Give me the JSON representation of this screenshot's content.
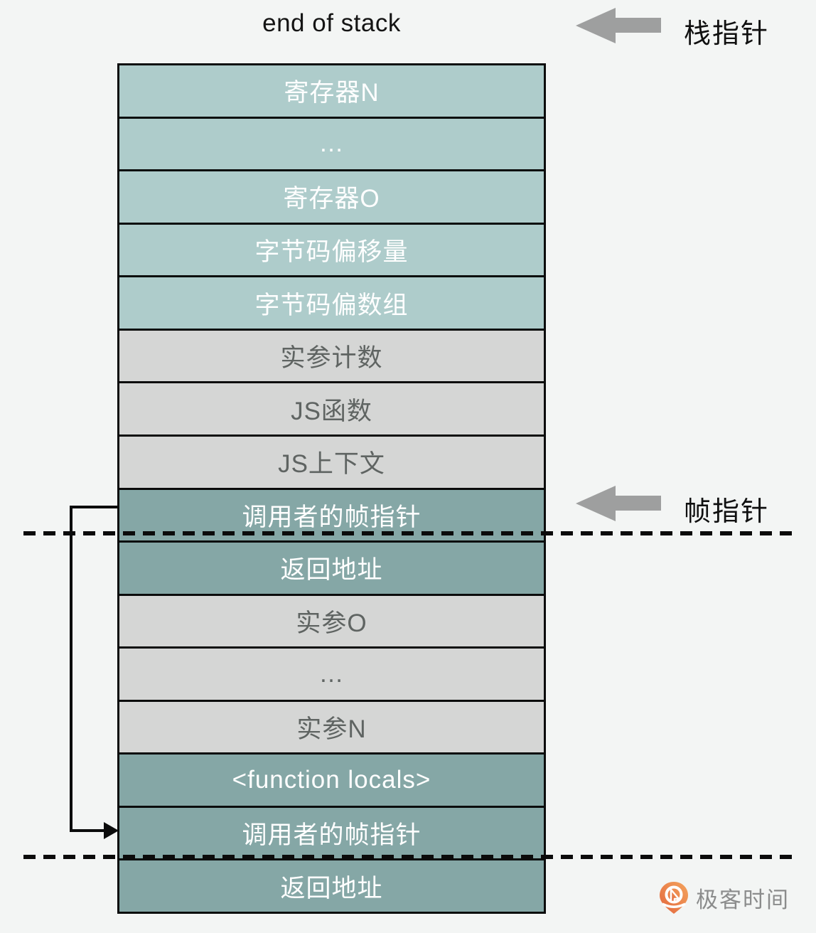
{
  "title": "end of stack",
  "pointers": {
    "stack_pointer": "栈指针",
    "frame_pointer": "帧指针"
  },
  "stack": {
    "rows": [
      {
        "label": "寄存器N",
        "tone": "light-teal"
      },
      {
        "label": "…",
        "tone": "light-teal"
      },
      {
        "label": "寄存器O",
        "tone": "light-teal"
      },
      {
        "label": "字节码偏移量",
        "tone": "light-teal"
      },
      {
        "label": "字节码偏数组",
        "tone": "light-teal"
      },
      {
        "label": "实参计数",
        "tone": "gray"
      },
      {
        "label": "JS函数",
        "tone": "gray"
      },
      {
        "label": "JS上下文",
        "tone": "gray"
      },
      {
        "label": "调用者的帧指针",
        "tone": "dark-teal"
      },
      {
        "label": "返回地址",
        "tone": "dark-teal"
      },
      {
        "label": "实参O",
        "tone": "gray"
      },
      {
        "label": "…",
        "tone": "gray"
      },
      {
        "label": "实参N",
        "tone": "gray"
      },
      {
        "label": "<function locals>",
        "tone": "dark-teal"
      },
      {
        "label": "调用者的帧指针",
        "tone": "dark-teal"
      },
      {
        "label": "返回地址",
        "tone": "dark-teal"
      }
    ]
  },
  "watermark": {
    "brand": "极客时间",
    "icon": "geektime-pin-icon"
  },
  "icons": {
    "stack_pointer_arrow": "left-arrow-icon",
    "frame_pointer_arrow": "left-arrow-icon",
    "frame_link": "down-right-arrow-connector"
  },
  "colors": {
    "background": "#f3f5f4",
    "light_teal_row": "#aecccb",
    "dark_teal_row": "#85a7a6",
    "gray_row": "#d5d6d5",
    "gray_row_text": "#5f6462",
    "teal_row_text": "#ffffff",
    "border_black": "#0b0c0c",
    "arrow_gray": "#9e9f9f",
    "logo_orange": "#ec7a46",
    "logo_text_gray": "#8b8c8c"
  }
}
